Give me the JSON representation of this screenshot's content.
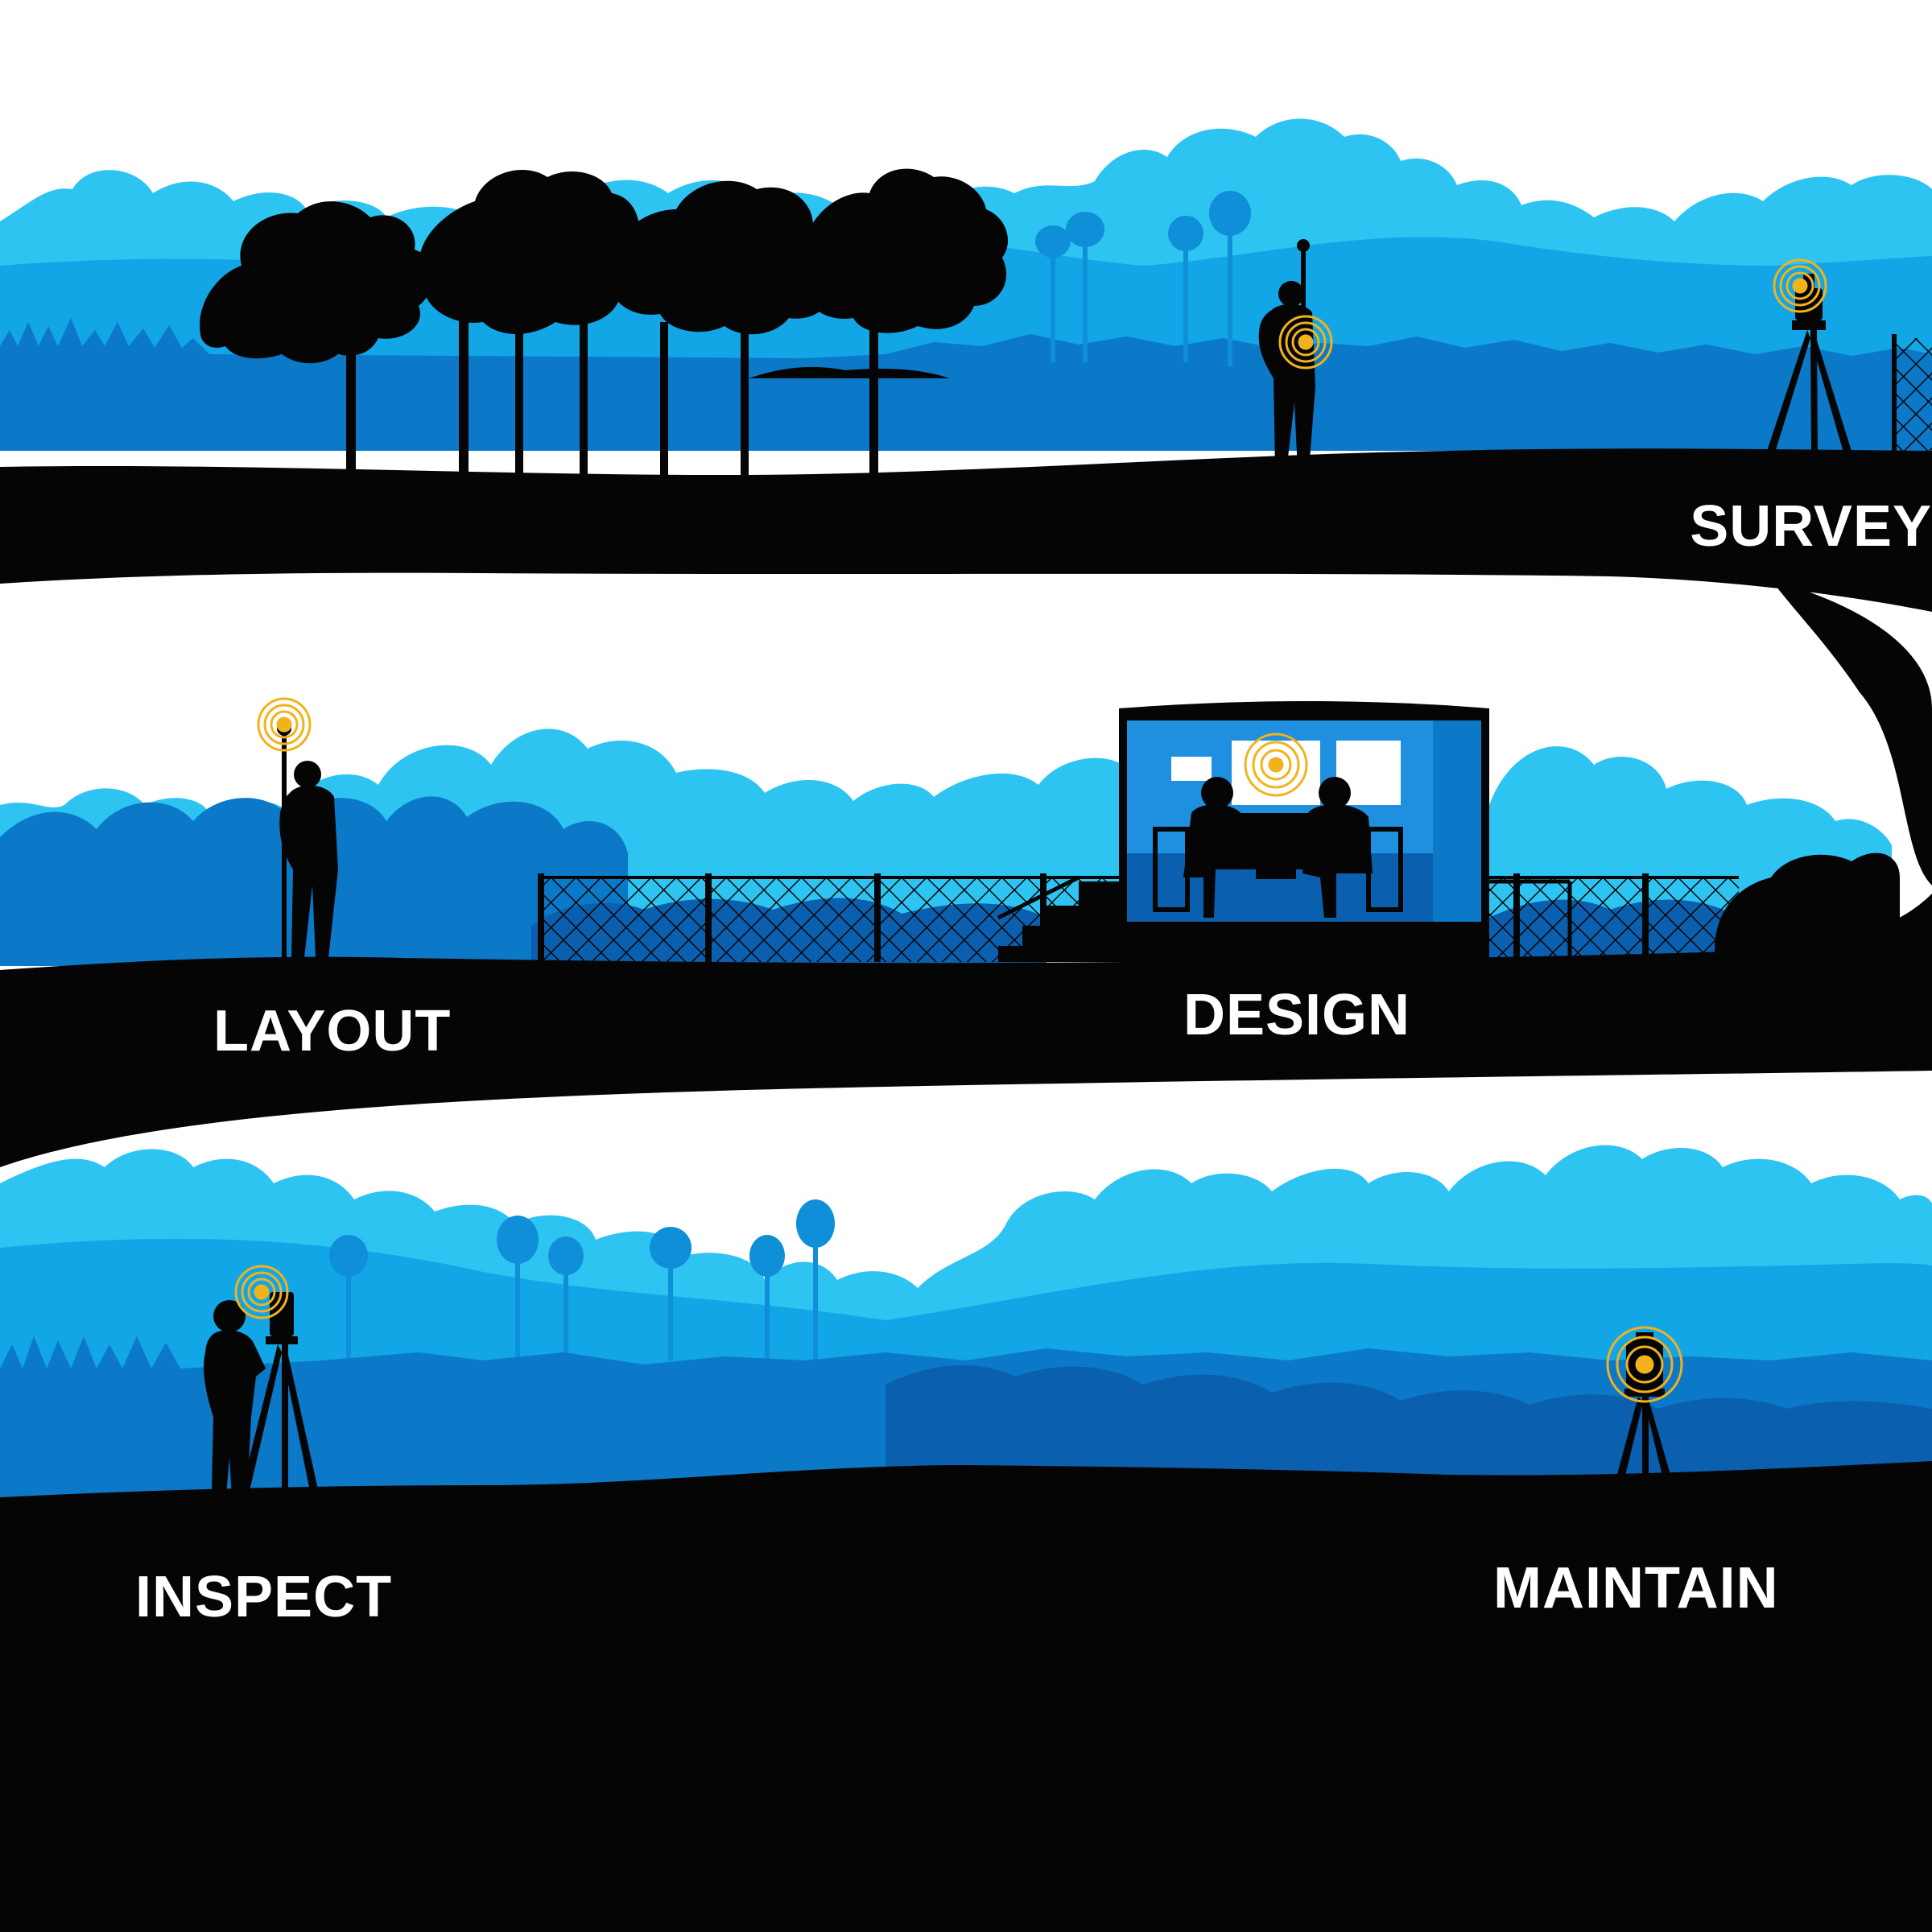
{
  "stages": {
    "survey": {
      "label": "SURVEY"
    },
    "layout": {
      "label": "LAYOUT"
    },
    "design": {
      "label": "DESIGN"
    },
    "inspect": {
      "label": "INSPECT"
    },
    "maintain": {
      "label": "MAINTAIN"
    }
  },
  "colors": {
    "ground": "#050505",
    "sky_light": "#2ec4f2",
    "sky_mid": "#12a6e6",
    "forest": "#0b78c8",
    "forest_dark": "#0a5fae",
    "signal": "#f2b21b",
    "background": "#ffffff"
  },
  "icons": {
    "signal": "signal-waves-icon",
    "gnss_rover": "gnss-rover-pole-icon",
    "total_station": "total-station-tripod-icon",
    "laser_scanner": "laser-scanner-tripod-icon",
    "workstation": "office-workstation-icon"
  }
}
